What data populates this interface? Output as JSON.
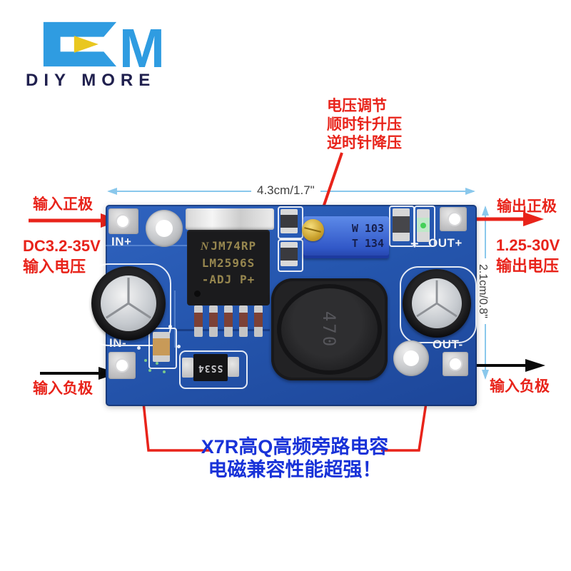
{
  "logo": {
    "wordmark": "DIY MORE",
    "blue": "#2f9ce1",
    "navy": "#20204e",
    "triangle_color": "#e9c71f"
  },
  "annotations": {
    "voltage_adjust": {
      "line1": "电压调节",
      "line2": "顺时针升压",
      "line3": "逆时针降压"
    },
    "input_positive": "输入正极",
    "input_voltage_line1": "DC3.2-35V",
    "input_voltage_line2": "输入电压",
    "output_positive": "输出正极",
    "output_voltage_line1": "1.25-30V",
    "output_voltage_line2": "输出电压",
    "input_negative_left": "输入负极",
    "input_negative_right": "输入负极",
    "bypass_line1": "X7R高Q高频旁路电容",
    "bypass_line2": "电磁兼容性能超强！"
  },
  "dimensions": {
    "width_label": "4.3cm/1.7\"",
    "height_label": "2.1cm/0.8\""
  },
  "board": {
    "labels": {
      "in_plus": "IN+",
      "in_minus": "IN-",
      "out_plus": "OUT+",
      "out_minus": "OUT-",
      "plus_mark": "+"
    },
    "chip": {
      "logo_glyph": "N",
      "line1": "JM74RP",
      "line2": "LM2596S",
      "line3": "-ADJ P+"
    },
    "pot": {
      "line1": "W 103",
      "line2": "T 134"
    },
    "inductor_marking": "470",
    "diode_marking": "SS34"
  },
  "colors": {
    "pcb_blue": "#2556ae",
    "annotation_red": "#e8231a",
    "bypass_blue": "#1832d8",
    "dimension_blue": "#8ac8ec"
  }
}
